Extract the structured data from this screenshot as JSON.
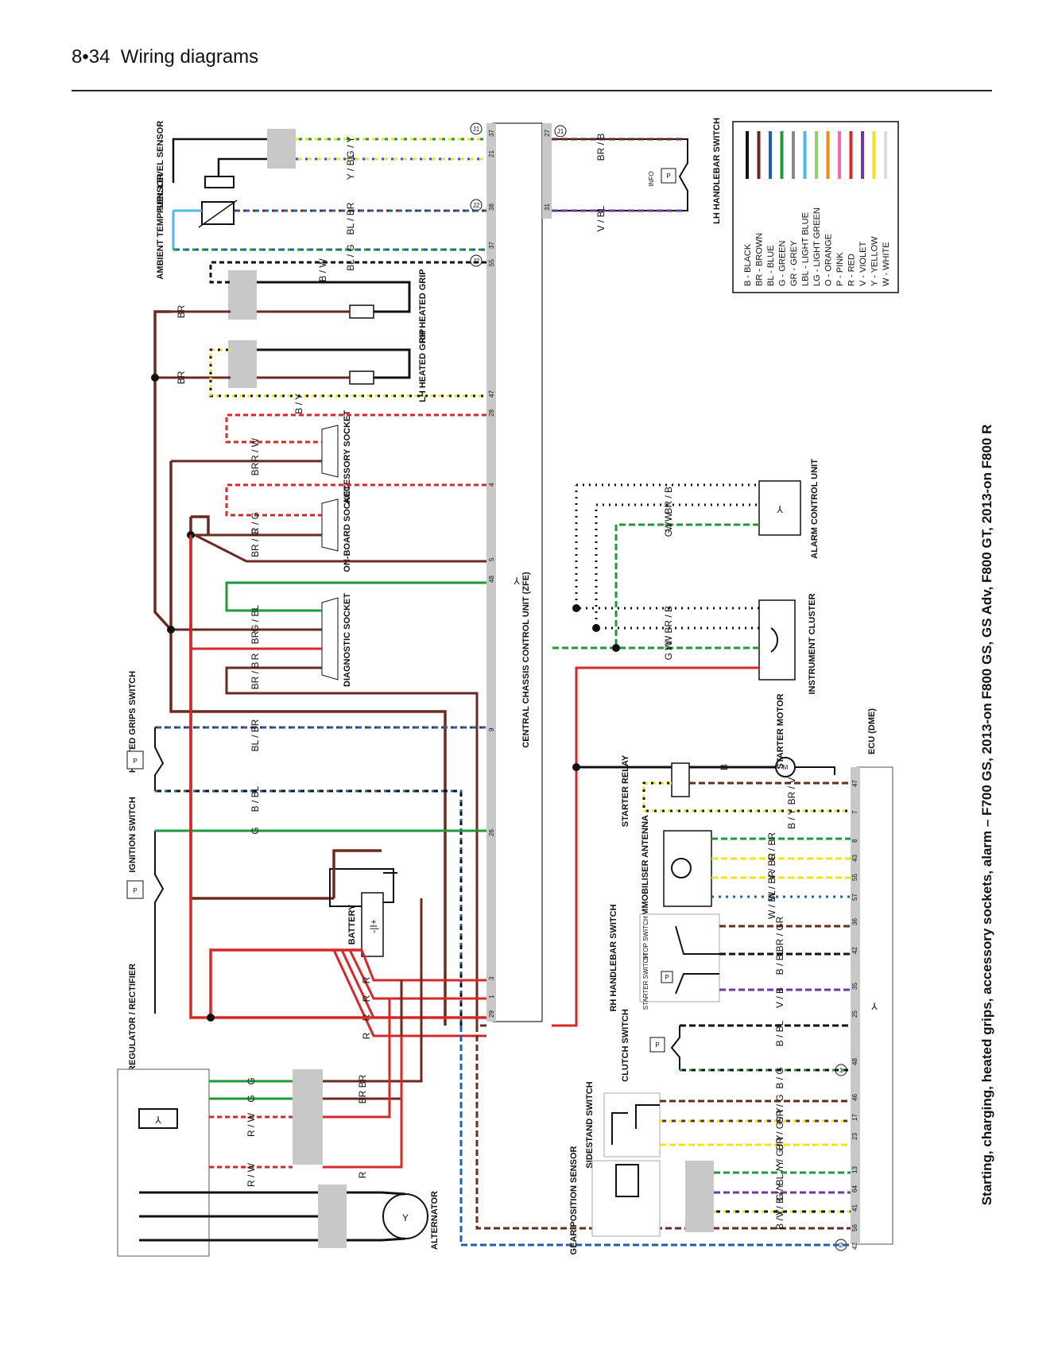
{
  "header": {
    "page_number": "8•34",
    "title": "Wiring diagrams"
  },
  "caption": "Starting, charging, heated grips, accessory sockets, alarm – F700 GS, 2013-on F800 GS, GS Adv, F800 GT, 2013-on F800 R",
  "components": {
    "fuel_level_sensor": "FUEL LEVEL SENSOR",
    "ambient_temp_sensor": "AMBIENT TEMP SENSOR",
    "rh_heated_grip": "RH HEATED GRIP",
    "lh_heated_grip": "LH HEATED GRIP",
    "accessory_socket": "ACCESSORY SOCKET",
    "on_board_socket": "ON-BOARD SOCKET",
    "diagnostic_socket": "DIAGNOSTIC SOCKET",
    "heated_grips_switch": "HEATED GRIPS SWITCH",
    "ignition_switch": "IGNITION SWITCH",
    "regulator_rectifier": "REGULATOR / RECTIFIER",
    "battery": "BATTERY",
    "alternator": "ALTERNATOR",
    "central_chassis_unit": "CENTRAL CHASSIS CONTROL UNIT (ZFE)",
    "lh_handlebar_switch": "LH HANDLEBAR SWITCH",
    "alarm_control_unit": "ALARM CONTROL UNIT",
    "instrument_cluster": "INSTRUMENT CLUSTER",
    "starter_motor": "STARTER MOTOR",
    "starter_relay": "STARTER RELAY",
    "ecu": "ECU (DME)",
    "immobiliser_antenna": "IMMOBILISER ANTENNA",
    "rh_handlebar_switch": "RH HANDLEBAR SWITCH",
    "starter_switch": "STARTER SWITCH",
    "stop_switch": "STOP SWITCH",
    "clutch_switch": "CLUTCH SWITCH",
    "sidestand_switch": "SIDESTAND SWITCH",
    "gear_position_sensor": "GEAR POSITION SENSOR",
    "info": "INFO"
  },
  "legend": {
    "items": [
      {
        "code": "B - BLACK",
        "color": "#111111"
      },
      {
        "code": "BR - BROWN",
        "color": "#6b2a1f"
      },
      {
        "code": "BL - BLUE",
        "color": "#1f5fb3"
      },
      {
        "code": "G - GREEN",
        "color": "#1e9a3c"
      },
      {
        "code": "GR - GREY",
        "color": "#8a8a8a"
      },
      {
        "code": "LBL - LIGHT BLUE",
        "color": "#4fb8e8"
      },
      {
        "code": "LG - LIGHT GREEN",
        "color": "#8fd36a"
      },
      {
        "code": "O - ORANGE",
        "color": "#f08a1d"
      },
      {
        "code": "P - PINK",
        "color": "#f06aa8"
      },
      {
        "code": "R - RED",
        "color": "#d62828"
      },
      {
        "code": "V - VIOLET",
        "color": "#6a3aa0"
      },
      {
        "code": "Y - YELLOW",
        "color": "#f2e21b"
      },
      {
        "code": "W - WHITE",
        "color": "#ffffff"
      }
    ]
  },
  "wire_labels": {
    "fuel_a": "G / Y",
    "fuel_b": "Y / BL",
    "temp_a": "BL / BR",
    "temp_b": "BL / G",
    "grip_bw": "B / W",
    "grip_b": "B",
    "grip_br": "BR",
    "grip_by": "B / Y",
    "acc_rw": "R / W",
    "acc_br": "BR",
    "onb_rg": "R / G",
    "onb_brg": "BR / G",
    "diag_gbl": "G / BL",
    "diag_br": "BR",
    "diag_r": "R",
    "diag_brb": "BR / B",
    "hgs_blbr": "BL / BR",
    "hgs_bbl": "B / BL",
    "ign_g": "G",
    "bat_r": "R",
    "reg_g": "G",
    "reg_rw": "R / W",
    "reg_brbr": "BR BR",
    "reg_r": "R",
    "lh_brb": "BR / B",
    "lh_vbl": "V / BL",
    "alarm_a": "W / BR / B",
    "alarm_b": "G / W",
    "inst_a": "W / BR / B",
    "inst_b": "G / W",
    "starter_b": "B",
    "ecu_brv": "BR / V",
    "ecu_by": "B / Y",
    "immo_gbr": "G / BR",
    "immo_ybr": "Y / BR",
    "immo_wbr": "W / BR",
    "immo_wbl": "W / BL",
    "rhs_brgr": "BR / GR",
    "rhs_bbl": "B / BL",
    "rhs_vb": "V / B",
    "clutch_bbl": "B / BL",
    "clutch_bg": "B / G",
    "side_grg": "GR / G",
    "side_brgy": "BR / G / Y",
    "side_ygy": "Y / G / Y",
    "gear_gbly": "G / BL / Y",
    "gear_vby": "V / B / Y",
    "gear_by": "B / Y"
  },
  "connectors": {
    "J1": "J1",
    "J2": "J2",
    "c1": "1",
    "c2": "2"
  },
  "pins": {
    "zfe": [
      "37",
      "21",
      "38",
      "37",
      "55",
      "47",
      "28",
      "4",
      "5",
      "48",
      "9",
      "26",
      "3",
      "1",
      "29"
    ],
    "zfe_top": [
      "27",
      "31"
    ],
    "ecu": [
      "47",
      "7",
      "8",
      "43",
      "55",
      "57",
      "36",
      "42",
      "35",
      "25",
      "48",
      "46",
      "17",
      "23",
      "13",
      "64",
      "41",
      "56",
      "42"
    ]
  }
}
